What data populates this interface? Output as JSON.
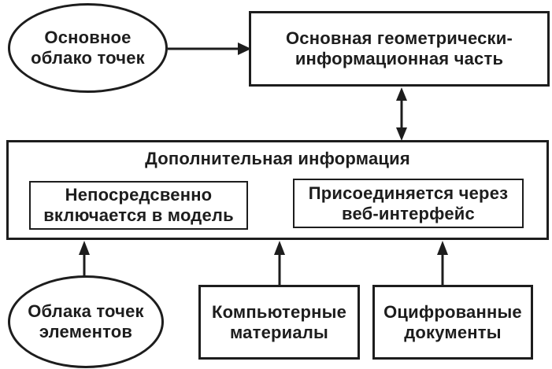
{
  "diagram": {
    "background": "#ffffff",
    "stroke_color": "#1d1d1d",
    "text_color": "#1d1d1d",
    "nodes": {
      "main_point_cloud": {
        "shape": "ellipse",
        "lines": [
          "Основное",
          "облако точек"
        ]
      },
      "main_geometric_part": {
        "shape": "rectangle",
        "lines": [
          "Основная геометрически-",
          "информационная часть"
        ]
      },
      "additional_information": {
        "shape": "rectangle",
        "title": "Дополнительная информация"
      },
      "directly_included": {
        "shape": "rectangle",
        "lines": [
          "Непосредсвенно",
          "включается в модель"
        ]
      },
      "attached_via_web_interface": {
        "shape": "rectangle",
        "lines": [
          "Присоединяется через",
          "веб-интерфейс"
        ]
      },
      "element_point_clouds": {
        "shape": "ellipse",
        "lines": [
          "Облака точек",
          "элементов"
        ]
      },
      "computer_materials": {
        "shape": "rectangle",
        "lines": [
          "Компьютерные",
          "материалы"
        ]
      },
      "digitized_documents": {
        "shape": "rectangle",
        "lines": [
          "Оцифрованные",
          "документы"
        ]
      }
    },
    "edges": [
      {
        "from": "main_point_cloud",
        "to": "main_geometric_part",
        "style": "arrow-right"
      },
      {
        "from": "main_geometric_part",
        "to": "additional_information",
        "style": "double-headed-vertical"
      },
      {
        "from": "element_point_clouds",
        "to": "additional_information",
        "style": "arrow-up"
      },
      {
        "from": "computer_materials",
        "to": "additional_information",
        "style": "arrow-up"
      },
      {
        "from": "digitized_documents",
        "to": "additional_information",
        "style": "arrow-up"
      }
    ]
  }
}
